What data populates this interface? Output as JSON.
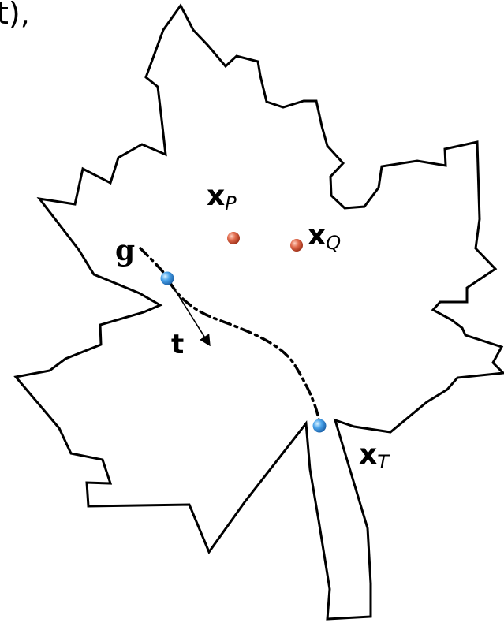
{
  "corner_text": "t),",
  "labels": {
    "g": "g",
    "t": "t",
    "xP_main": "x",
    "xP_sub": "P",
    "xQ_main": "x",
    "xQ_sub": "Q",
    "xT_main": "x",
    "xT_sub": "T"
  },
  "colors": {
    "outline": "#000000",
    "sample_point": "#d2553a",
    "boundary_point": "#3a8fde",
    "curve": "#000000"
  },
  "icons": {
    "sample_point": "red-sphere",
    "boundary_point": "blue-sphere"
  }
}
